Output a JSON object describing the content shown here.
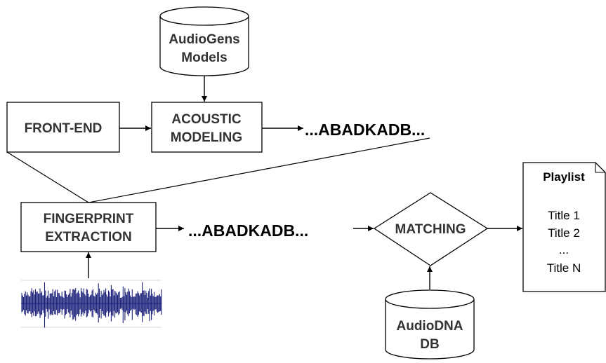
{
  "db_models": {
    "line1": "AudioGens",
    "line2": "Models"
  },
  "front_end": {
    "label": "FRONT-END"
  },
  "acoustic": {
    "line1": "ACOUSTIC",
    "line2": "MODELING"
  },
  "sequence_top": "...ABADKADB...",
  "fingerprint": {
    "line1": "FINGERPRINT",
    "line2": "EXTRACTION"
  },
  "sequence_mid": "...ABADKADB...",
  "matching": {
    "label": "MATCHING"
  },
  "db_dna": {
    "line1": "AudioDNA",
    "line2": "DB"
  },
  "playlist": {
    "title": "Playlist",
    "items": [
      "Title 1",
      "Title 2",
      "...",
      "Title N"
    ]
  },
  "colors": {
    "waveform": "#1a1f7a",
    "stroke": "#000000",
    "label": "#333333"
  }
}
